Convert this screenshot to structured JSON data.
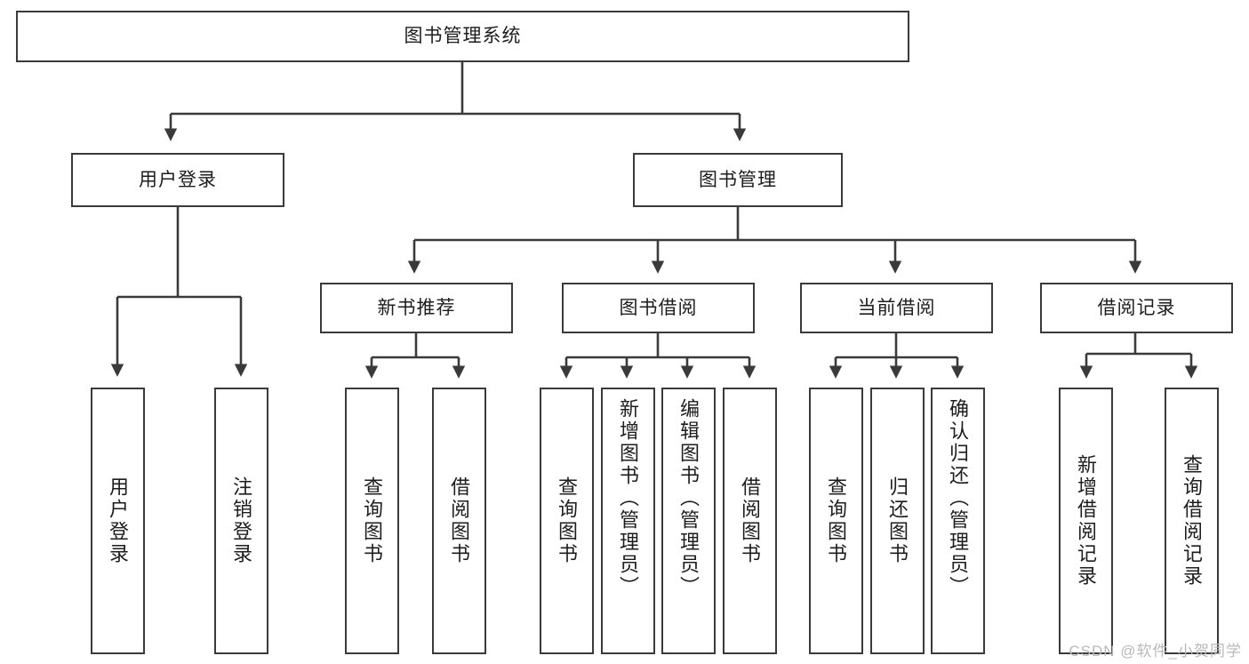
{
  "diagram": {
    "title": "图书管理系统",
    "type": "tree",
    "root": {
      "label": "图书管理系统"
    },
    "level2": [
      {
        "label": "用户登录"
      },
      {
        "label": "图书管理"
      }
    ],
    "level3": [
      {
        "label": "新书推荐"
      },
      {
        "label": "图书借阅"
      },
      {
        "label": "当前借阅"
      },
      {
        "label": "借阅记录"
      }
    ],
    "leaves": {
      "user_login": [
        {
          "label": "用户登录"
        },
        {
          "label": "注销登录"
        }
      ],
      "new_book_recommend": [
        {
          "label": "查询图书"
        },
        {
          "label": "借阅图书"
        }
      ],
      "book_borrow": [
        {
          "label": "查询图书"
        },
        {
          "label": "新增图书（管理员）"
        },
        {
          "label": "编辑图书（管理员）"
        },
        {
          "label": "借阅图书"
        }
      ],
      "current_borrow": [
        {
          "label": "查询图书"
        },
        {
          "label": "归还图书"
        },
        {
          "label": "确认归还（管理员）"
        }
      ],
      "borrow_record": [
        {
          "label": "新增借阅记录"
        },
        {
          "label": "查询借阅记录"
        }
      ]
    }
  },
  "watermark": {
    "text": "CSDN @软件_小贺同学"
  },
  "colors": {
    "stroke": "#3a3a3a",
    "background": "#ffffff",
    "text": "#1d1d1d",
    "watermark": "#b9b9b9"
  }
}
